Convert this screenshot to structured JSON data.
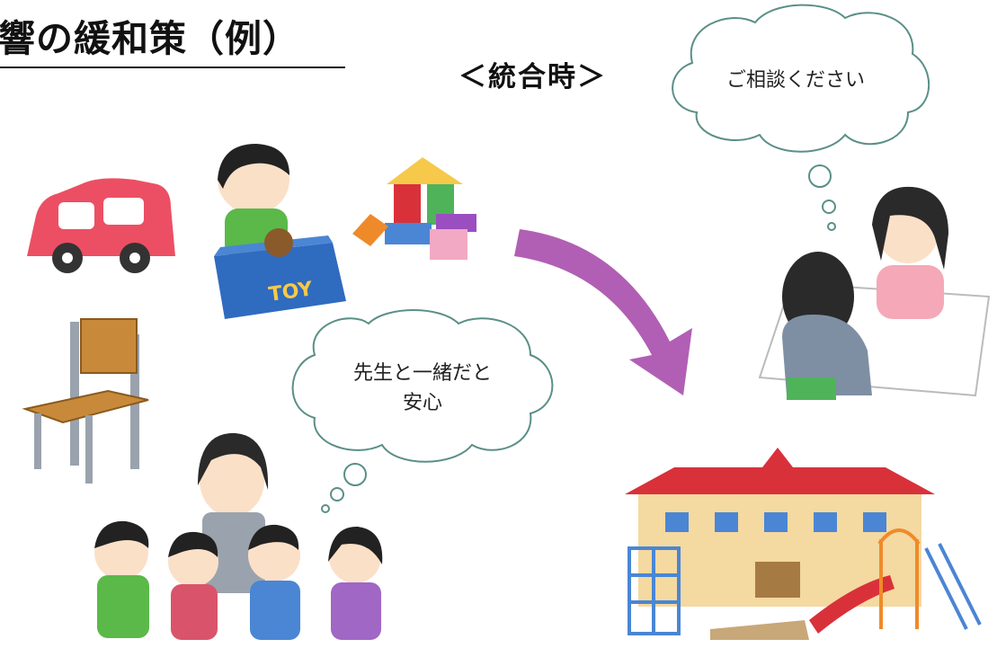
{
  "title": "響の緩和策（例）",
  "subtitle": "＜統合時＞",
  "bubbles": {
    "consult": "ご相談ください",
    "reassure_line1": "先生と一緒だと",
    "reassure_line2": "安心"
  },
  "toy_box_label": "TOY",
  "colors": {
    "arrow": "#b15fb4",
    "bubble_stroke": "#5a8f87",
    "roof": "#d9313a",
    "building": "#f4d9a0",
    "car": "#ec4f63"
  }
}
